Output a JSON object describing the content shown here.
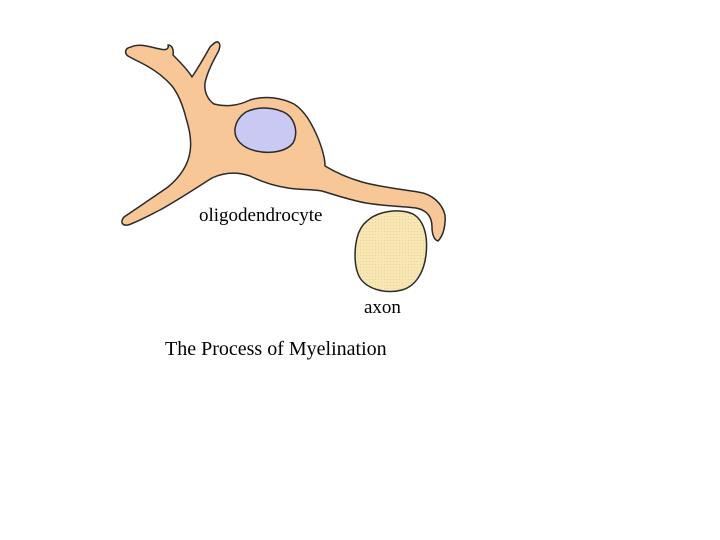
{
  "labels": {
    "oligodendrocyte": "oligodendrocyte",
    "axon": "axon"
  },
  "caption": "The Process of Myelination",
  "colors": {
    "cell_body": "#F8C797",
    "cell_outline": "#2A2A2A",
    "nucleus": "#C9C9F4",
    "axon_fill": "#F9E7B3",
    "text": "#000000",
    "background": "#FFFFFF"
  }
}
